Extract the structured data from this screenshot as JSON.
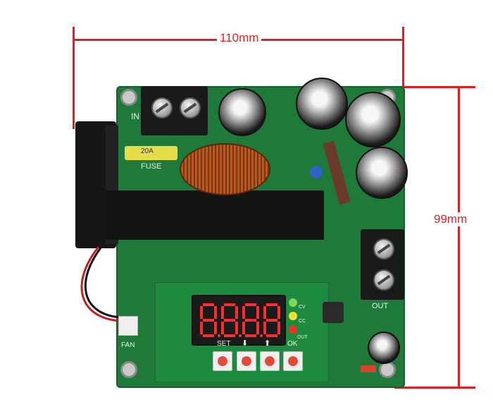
{
  "dimensions": {
    "width_label": "110mm",
    "height_label": "99mm",
    "line_color": "#e02020"
  },
  "board": {
    "input_label": "IN",
    "output_label": "OUT",
    "fuse_label": "FUSE",
    "fan_label": "FAN",
    "fuse_text": "20A",
    "display_value": "8.8.8.8",
    "led_labels": [
      "CV",
      "CC",
      "OUT"
    ],
    "button_labels": [
      "SET",
      "⬇",
      "⬆",
      "OK"
    ],
    "pcb_color": "#1f7a3a"
  }
}
